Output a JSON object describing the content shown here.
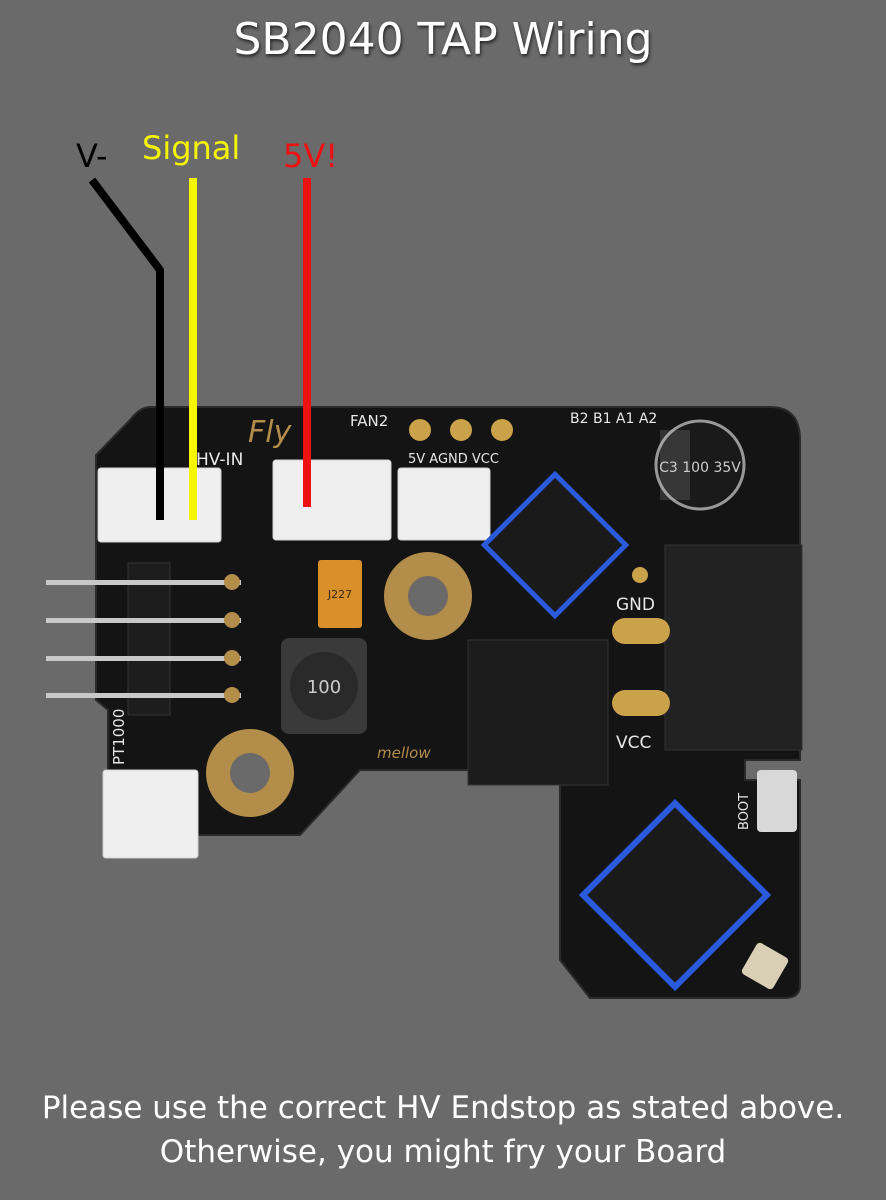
{
  "title": "SB2040 TAP Wiring",
  "wires": {
    "vminus": {
      "label": "V-",
      "color": "#000000"
    },
    "signal": {
      "label": "Signal",
      "color": "#f5f500"
    },
    "five_v": {
      "label": "5V!",
      "color": "#ee1111"
    }
  },
  "board": {
    "silkscreen": {
      "brand": "Fly",
      "hv_in": "HV-IN",
      "fan2": "FAN2",
      "fan_pins": "5V AGND VCC",
      "stepper": "B2 B1 A1 A2",
      "gnd": "GND",
      "vcc": "VCC",
      "pt1000": "PT1000",
      "boot": "BOOT",
      "maker": "mellow",
      "cap": "C3\n100\n35V",
      "inductor": "100",
      "tant": "J227"
    }
  },
  "footer": {
    "line1": "Please use the correct HV Endstop as stated above.",
    "line2": "Otherwise, you might fry your Board"
  }
}
